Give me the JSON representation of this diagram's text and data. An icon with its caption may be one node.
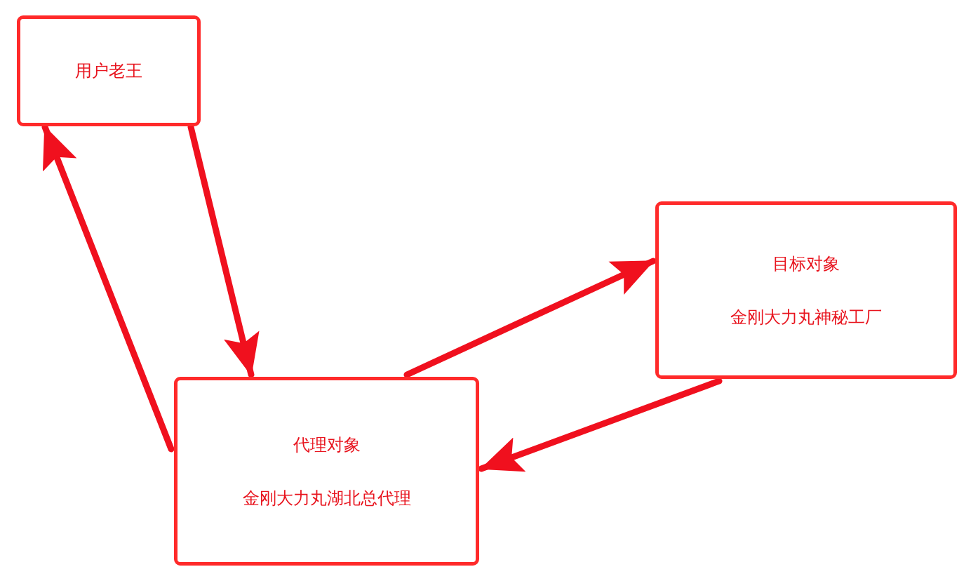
{
  "diagram": {
    "nodes": [
      {
        "text": [
          "用户老王"
        ]
      },
      {
        "text": [
          "目标对象",
          "金刚大力丸神秘工厂"
        ]
      },
      {
        "text": [
          "代理对象",
          "金刚大力丸湖北总代理"
        ]
      }
    ],
    "edges": [
      {
        "from": 0,
        "to": 2,
        "arrow": "to"
      },
      {
        "from": 2,
        "to": 1,
        "arrow": "to"
      },
      {
        "from": 1,
        "to": 2,
        "arrow": "to"
      },
      {
        "from": 2,
        "to": 0,
        "arrow": "to"
      }
    ]
  }
}
